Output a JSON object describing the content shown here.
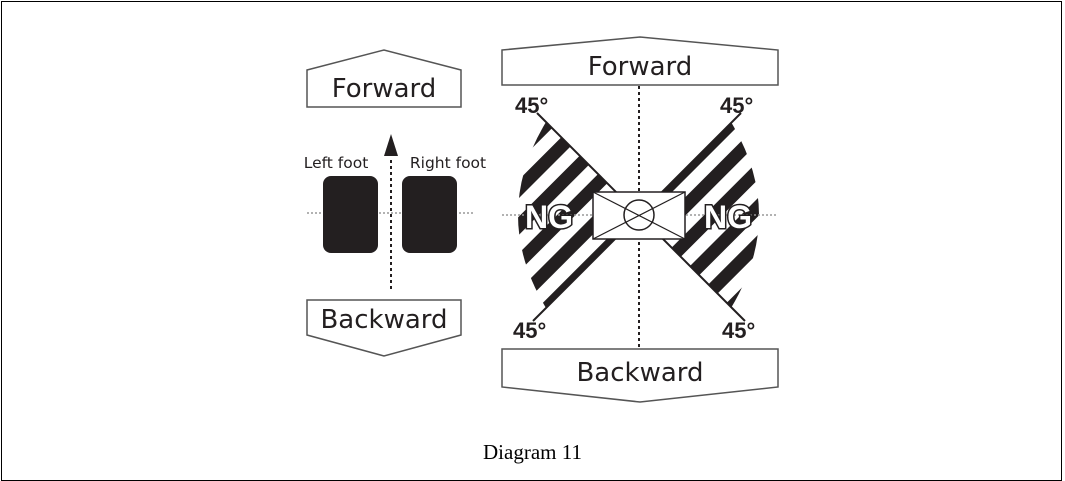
{
  "left_diagram": {
    "forward_label": "Forward",
    "backward_label": "Backward",
    "left_foot_label": "Left foot",
    "right_foot_label": "Right foot"
  },
  "right_diagram": {
    "forward_label": "Forward",
    "backward_label": "Backward",
    "angle_top_left": "45°",
    "angle_top_right": "45°",
    "angle_bottom_left": "45°",
    "angle_bottom_right": "45°",
    "ng_left": "NG",
    "ng_right": "NG"
  },
  "caption": "Diagram 11",
  "colors": {
    "ink": "#231f20",
    "background": "#ffffff",
    "border": "#000000"
  }
}
